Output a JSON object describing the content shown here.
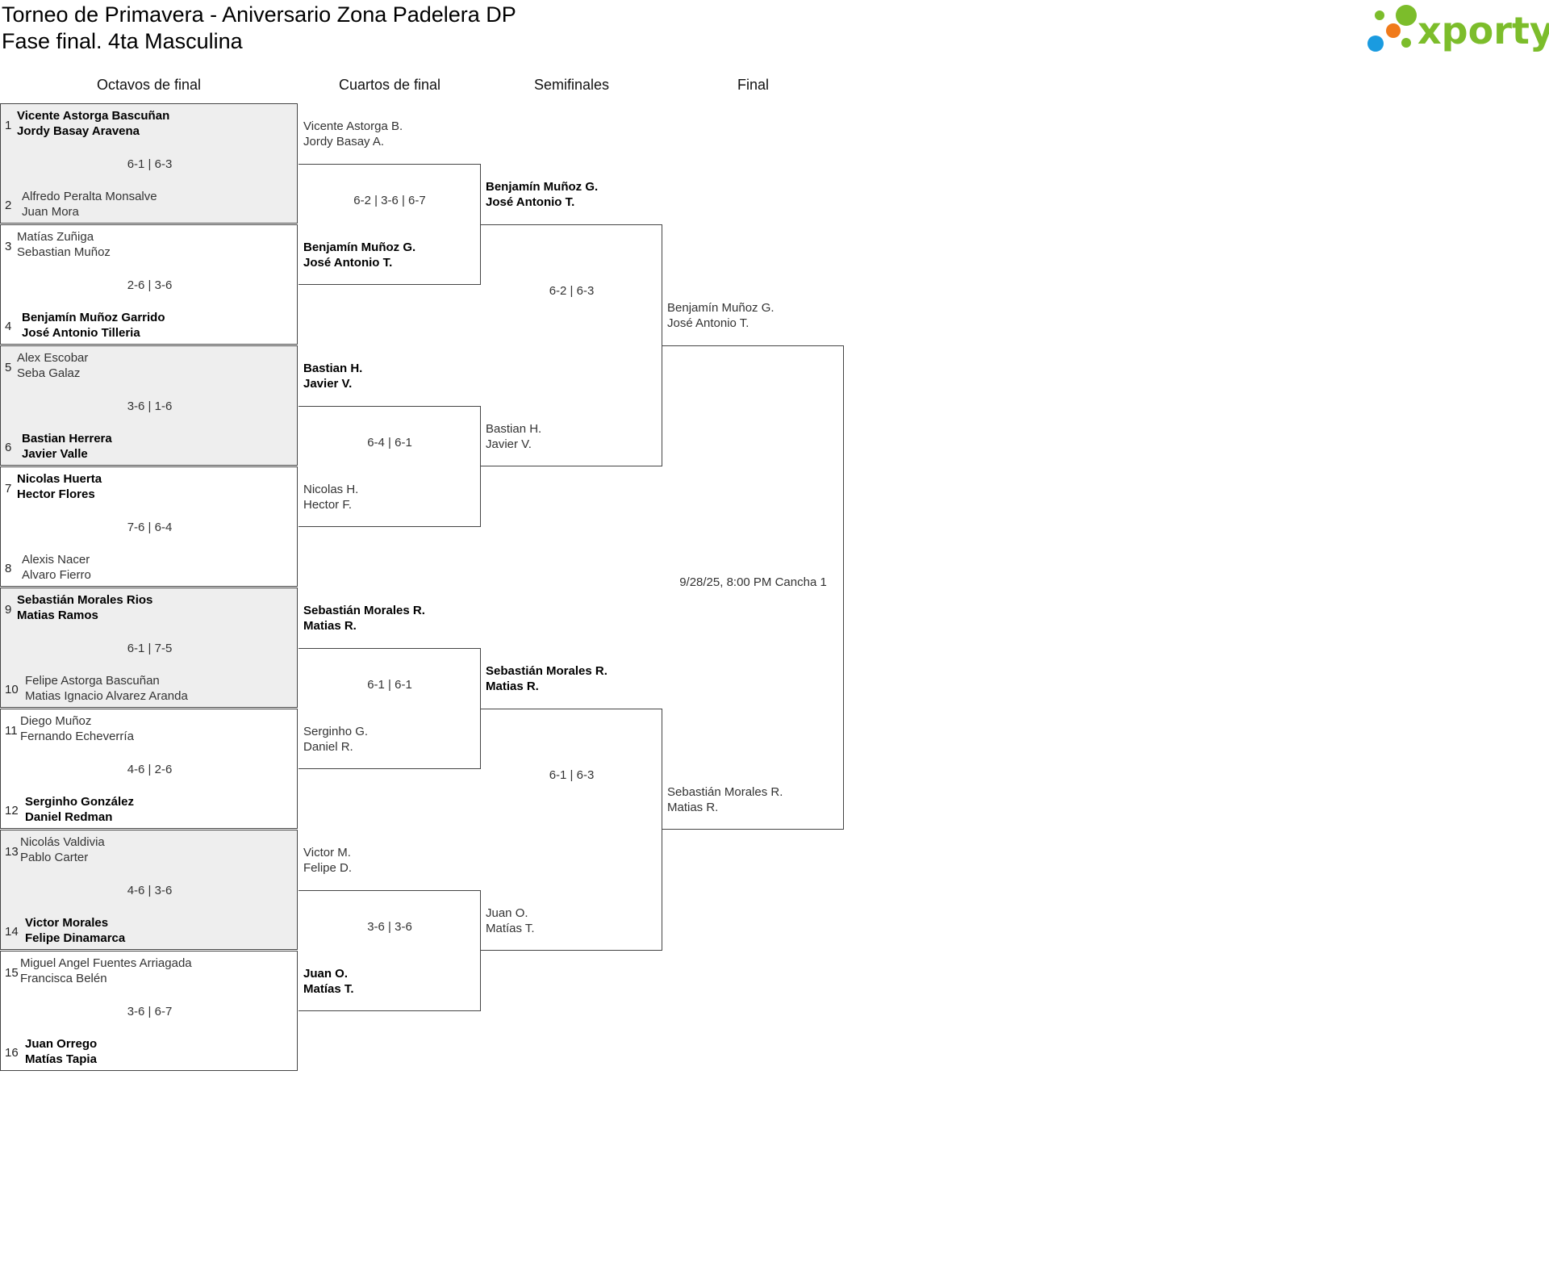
{
  "header": {
    "title": "Torneo de Primavera - Aniversario Zona Padelera DP",
    "subtitle": "Fase final. 4ta Masculina"
  },
  "logo": {
    "text": "xporty",
    "colors": {
      "green": "#7cbd2b",
      "orange": "#f07a1a",
      "blue": "#1a9be0"
    }
  },
  "rounds": [
    "Octavos de final",
    "Cuartos de final",
    "Semifinales",
    "Final"
  ],
  "octavos": [
    {
      "seed_a": "1",
      "pair_a": [
        "Vicente Astorga Bascuñan",
        "Jordy Basay Aravena"
      ],
      "a_winner": true,
      "seed_b": "2",
      "pair_b": [
        "Alfredo Peralta Monsalve",
        "Juan Mora"
      ],
      "b_winner": false,
      "score": "6-1 | 6-3",
      "shaded": true
    },
    {
      "seed_a": "3",
      "pair_a": [
        "Matías Zuñiga",
        "Sebastian Muñoz"
      ],
      "a_winner": false,
      "seed_b": "4",
      "pair_b": [
        "Benjamín Muñoz Garrido",
        "José Antonio Tilleria"
      ],
      "b_winner": true,
      "score": "2-6 | 3-6",
      "shaded": false
    },
    {
      "seed_a": "5",
      "pair_a": [
        "Alex Escobar",
        "Seba Galaz"
      ],
      "a_winner": false,
      "seed_b": "6",
      "pair_b": [
        "Bastian Herrera",
        "Javier Valle"
      ],
      "b_winner": true,
      "score": "3-6 | 1-6",
      "shaded": true
    },
    {
      "seed_a": "7",
      "pair_a": [
        "Nicolas Huerta",
        "Hector Flores"
      ],
      "a_winner": true,
      "seed_b": "8",
      "pair_b": [
        "Alexis Nacer",
        "Alvaro Fierro"
      ],
      "b_winner": false,
      "score": "7-6 | 6-4",
      "shaded": false
    },
    {
      "seed_a": "9",
      "pair_a": [
        "Sebastián Morales Rios",
        "Matias Ramos"
      ],
      "a_winner": true,
      "seed_b": "10",
      "pair_b": [
        "Felipe Astorga Bascuñan",
        "Matias Ignacio Alvarez Aranda"
      ],
      "b_winner": false,
      "score": "6-1 | 7-5",
      "shaded": true
    },
    {
      "seed_a": "11",
      "pair_a": [
        "Diego Muñoz",
        "Fernando Echeverría"
      ],
      "a_winner": false,
      "seed_b": "12",
      "pair_b": [
        "Serginho González",
        "Daniel Redman"
      ],
      "b_winner": true,
      "score": "4-6 | 2-6",
      "shaded": false
    },
    {
      "seed_a": "13",
      "pair_a": [
        "Nicolás Valdivia",
        "Pablo Carter"
      ],
      "a_winner": false,
      "seed_b": "14",
      "pair_b": [
        "Victor Morales",
        "Felipe Dinamarca"
      ],
      "b_winner": true,
      "score": "4-6 | 3-6",
      "shaded": true
    },
    {
      "seed_a": "15",
      "pair_a": [
        "Miguel Angel Fuentes Arriagada",
        "Francisca Belén"
      ],
      "a_winner": false,
      "seed_b": "16",
      "pair_b": [
        "Juan Orrego",
        "Matías Tapia"
      ],
      "b_winner": true,
      "score": "3-6 | 6-7",
      "shaded": false
    }
  ],
  "cuartos": [
    {
      "pair_a": [
        "Vicente Astorga B.",
        "Jordy Basay A."
      ],
      "a_winner": false,
      "pair_b": [
        "Benjamín Muñoz G.",
        "José Antonio T."
      ],
      "b_winner": true,
      "score": "6-2 | 3-6 | 6-7"
    },
    {
      "pair_a": [
        "Bastian H.",
        "Javier V."
      ],
      "a_winner": true,
      "pair_b": [
        "Nicolas H.",
        "Hector F."
      ],
      "b_winner": false,
      "score": "6-4 | 6-1"
    },
    {
      "pair_a": [
        "Sebastián Morales R.",
        "Matias R."
      ],
      "a_winner": true,
      "pair_b": [
        "Serginho G.",
        "Daniel R."
      ],
      "b_winner": false,
      "score": "6-1 | 6-1"
    },
    {
      "pair_a": [
        "Victor M.",
        "Felipe D."
      ],
      "a_winner": false,
      "pair_b": [
        "Juan O.",
        "Matías T."
      ],
      "b_winner": true,
      "score": "3-6 | 3-6"
    }
  ],
  "semis": [
    {
      "pair_a": [
        "Benjamín Muñoz G.",
        "José Antonio T."
      ],
      "a_winner": true,
      "pair_b": [
        "Bastian H.",
        "Javier V."
      ],
      "b_winner": false,
      "score": "6-2 | 6-3"
    },
    {
      "pair_a": [
        "Sebastián Morales R.",
        "Matias R."
      ],
      "a_winner": true,
      "pair_b": [
        "Juan O.",
        "Matías T."
      ],
      "b_winner": false,
      "score": "6-1 | 6-3"
    }
  ],
  "final": {
    "pair_a": [
      "Benjamín Muñoz G.",
      "José Antonio T."
    ],
    "a_winner": false,
    "pair_b": [
      "Sebastián Morales R.",
      "Matias R."
    ],
    "b_winner": false,
    "info": "9/28/25, 8:00 PM Cancha 1"
  }
}
